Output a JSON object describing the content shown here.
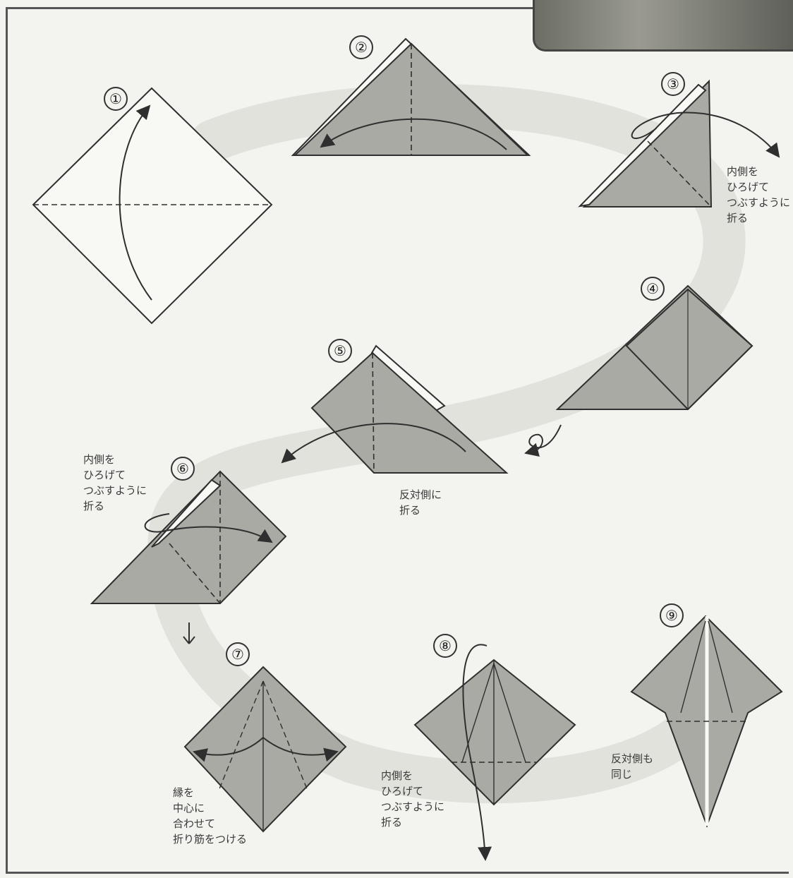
{
  "steps": [
    {
      "n": "1"
    },
    {
      "n": "2"
    },
    {
      "n": "3"
    },
    {
      "n": "4"
    },
    {
      "n": "5"
    },
    {
      "n": "6"
    },
    {
      "n": "7"
    },
    {
      "n": "8"
    },
    {
      "n": "9"
    }
  ],
  "numbers": [
    "①",
    "②",
    "③",
    "④",
    "⑤",
    "⑥",
    "⑦",
    "⑧",
    "⑨"
  ],
  "labels": {
    "step3": "内側を\nひろげて\nつぶすように\n折る",
    "step5": "反対側に\n折る",
    "step6": "内側を\nひろげて\nつぶすように\n折る",
    "step7": "縁を\n中心に\n合わせて\n折り筋をつける",
    "step8": "内側を\nひろげて\nつぶすように\n折る",
    "step9": "反対側も\n同じ"
  },
  "colors": {
    "paper_fill": "#a9aaa3",
    "line": "#2f2f2f",
    "background": "#f3f3ef"
  },
  "icons": [
    "curved-fold-arrow",
    "turn-over-icon",
    "photo-thumbnail"
  ]
}
